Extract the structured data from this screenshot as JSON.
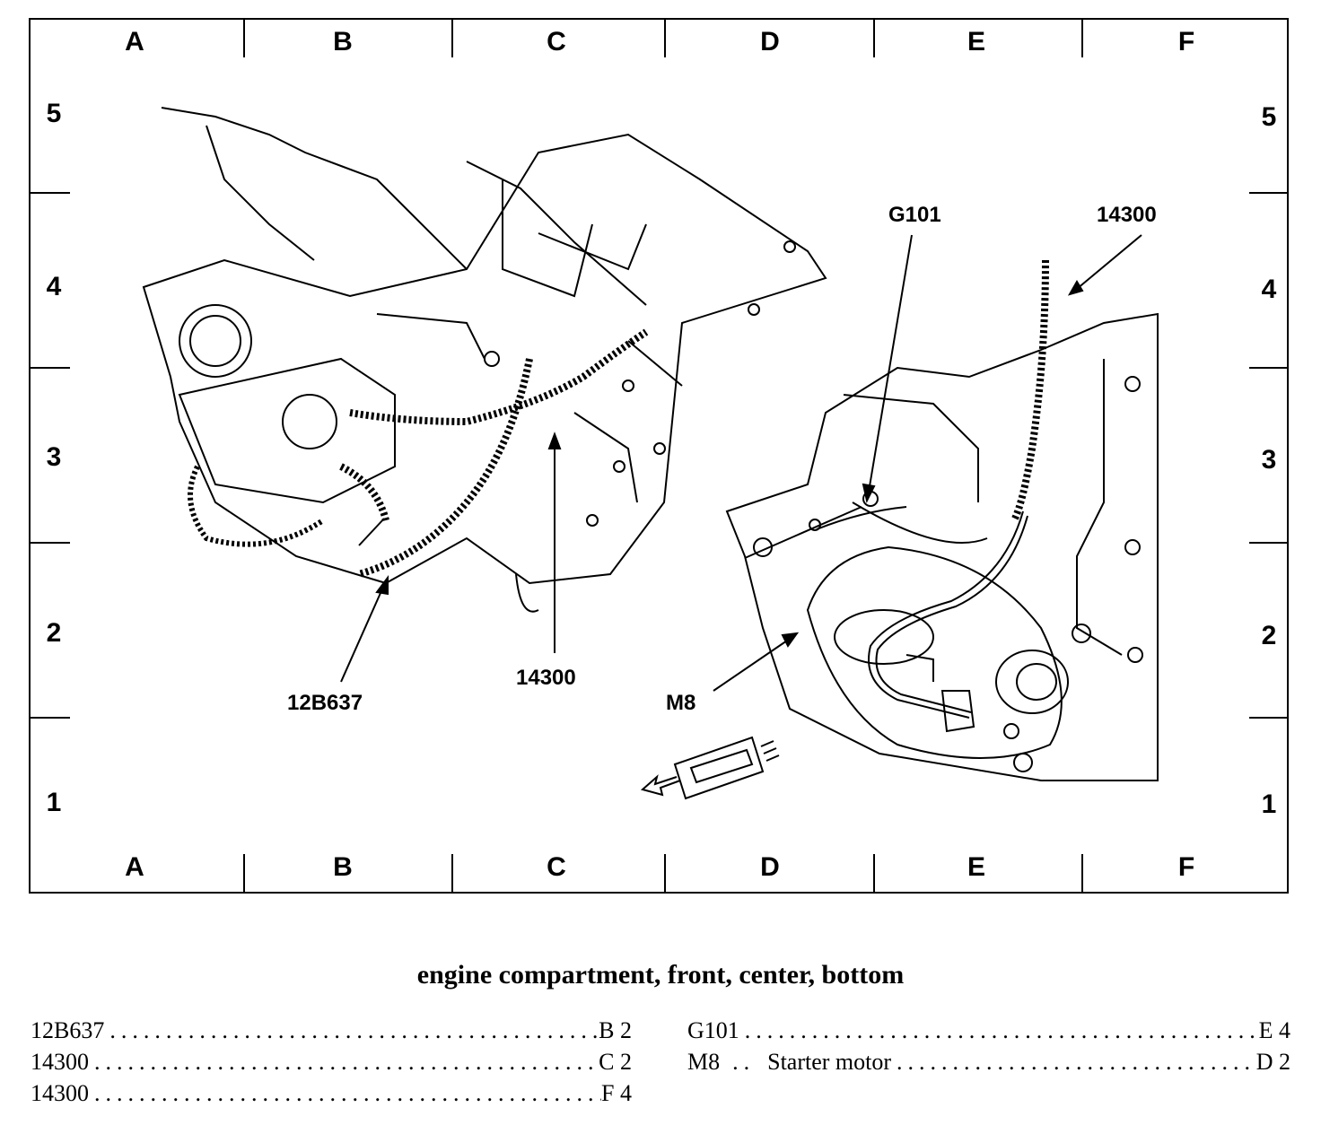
{
  "grid": {
    "columns": [
      "A",
      "B",
      "C",
      "D",
      "E",
      "F"
    ],
    "rows": [
      "5",
      "4",
      "3",
      "2",
      "1"
    ]
  },
  "callouts": {
    "c_12b637": "12B637",
    "c_14300_left": "14300",
    "c_14300_right": "14300",
    "c_g101": "G101",
    "c_m8": "M8"
  },
  "caption": "engine compartment, front, center, bottom",
  "legend": [
    {
      "id": "12B637",
      "desc": "",
      "loc": "B 2"
    },
    {
      "id": "14300",
      "desc": "",
      "loc": "C 2"
    },
    {
      "id": "14300",
      "desc": "",
      "loc": "F 4"
    },
    {
      "id": "G101",
      "desc": "",
      "loc": "E 4"
    },
    {
      "id": "M8",
      "desc": "Starter motor",
      "loc": "D 2"
    }
  ],
  "icons": {
    "connector": "connector-direction-icon"
  }
}
